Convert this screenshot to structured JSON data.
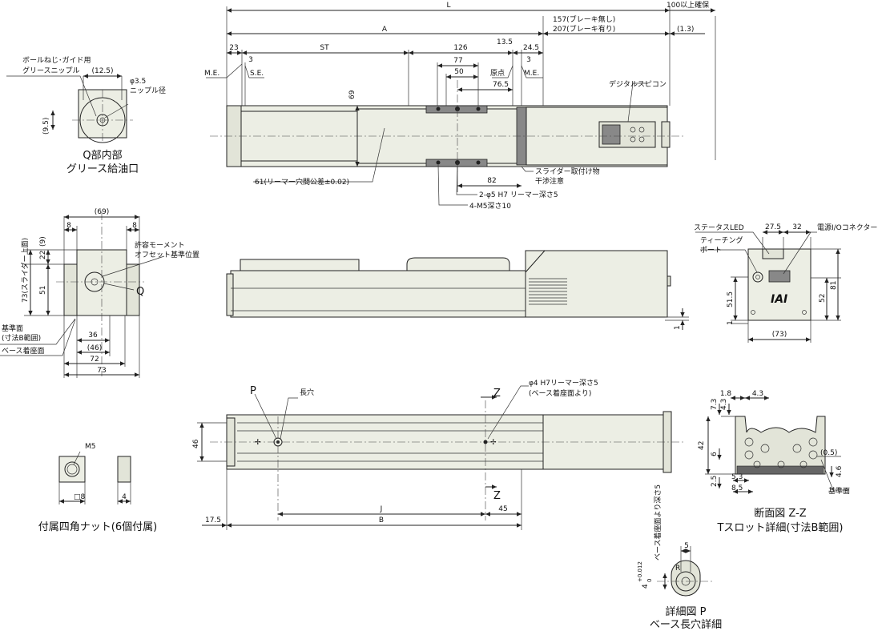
{
  "top_view": {
    "dims": {
      "L": "L",
      "A": "A",
      "brake_short": "157(ブレーキ無し)",
      "brake_long": "207(ブレーキ有り)",
      "min_clear": "100以上確保",
      "gap": "(1.3)",
      "d23": "23",
      "ST": "ST",
      "d126": "126",
      "d13_5": "13.5",
      "d24_5": "24.5",
      "d3a": "3",
      "d3b": "3",
      "d77": "77",
      "d50": "50",
      "d76_5": "76.5",
      "d69": "69",
      "d82": "82"
    },
    "labels": {
      "me_left": "M.E.",
      "se": "S.E.",
      "origin": "原点",
      "me_right": "M.E.",
      "spicon": "デジタルスピコン",
      "reamer_tol": "61(リーマー穴間公差±0.02)",
      "slider_note1": "スライダー取付け物",
      "slider_note2": "干渉注意",
      "reamer_holes": "2-φ5 H7 リーマー深さ5",
      "m5_holes": "4-M5深さ10"
    }
  },
  "q_detail": {
    "note1": "ボールねじ･ガイド用",
    "note2": "グリースニップル",
    "dim_w": "(12.5)",
    "dim_phi": "φ3.5",
    "dim_phi_label": "ニップル径",
    "dim_h": "(9.5)",
    "title1": "Q部内部",
    "title2": "グリース給油口"
  },
  "end_view_left": {
    "d69": "(69)",
    "d8a": "8",
    "d8b": "8",
    "d9": "(9)",
    "d22": "22",
    "d51": "51",
    "d73": "73(スライダー上面)",
    "d36": "36",
    "d46": "(46)",
    "d72": "72",
    "d73b": "73",
    "moment1": "許容モーメント",
    "moment2": "オフセット基準位置",
    "q": "Q",
    "ref1": "基準面",
    "ref2": "(寸法B範囲)",
    "ref3": "ベース着座面"
  },
  "end_view_right": {
    "led": "ステータスLED",
    "teach1": "ティーチング",
    "teach2": "ポート",
    "conn": "電源I/Oコネクター",
    "d27_5": "27.5",
    "d32": "32",
    "d51_5": "51.5",
    "d1": "1",
    "d52": "52",
    "d81": "81",
    "d73": "(73)",
    "logo": "IAI"
  },
  "side_view": {
    "d1": "1"
  },
  "bottom_view": {
    "p": "P",
    "slot": "長穴",
    "z1": "Z",
    "z2": "Z",
    "reamer1": "φ4 H7リーマー深さ5",
    "reamer2": "(ベース着座面より)",
    "d46": "46",
    "d17_5": "17.5",
    "J": "J",
    "B": "B",
    "d45": "45"
  },
  "nut": {
    "m5": "M5",
    "sq8": "□8",
    "d4": "4",
    "caption": "付属四角ナット(6個付属)"
  },
  "section_zz": {
    "d1_8": "1.8",
    "d4_3a": "4.3",
    "d7_3": "7.3",
    "d4_3b": "4.3",
    "d42": "42",
    "d6": "6",
    "d2_5": "2.5",
    "d5_3": "5.3",
    "d8_5": "8.5",
    "d0_5": "(0.5)",
    "d4_6": "4.6",
    "ref": "基準面",
    "title1": "断面図 Z-Z",
    "title2": "Tスロット詳細(寸法B範囲)"
  },
  "p_detail": {
    "depth": "ベース着座面より深さ5",
    "tol_base": "4",
    "tol_sup": "+0.012",
    "tol_sub": "0",
    "d5": "5",
    "r": "R",
    "title1": "詳細図 P",
    "title2": "ベース長穴詳細"
  }
}
